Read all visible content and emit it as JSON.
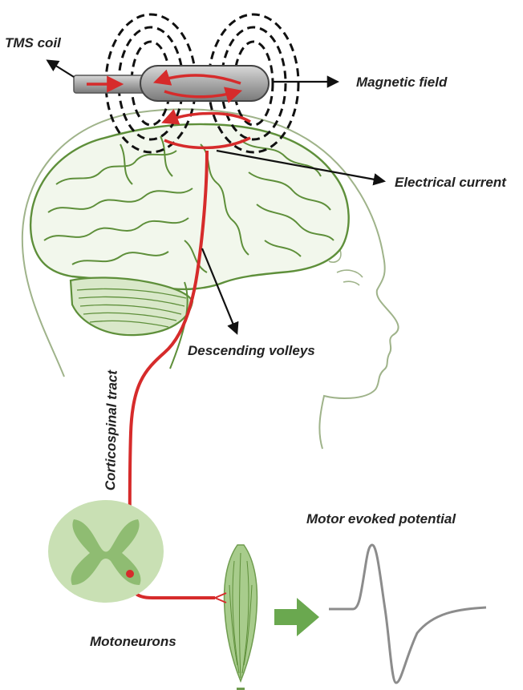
{
  "labels": {
    "tms_coil": "TMS coil",
    "magnetic_field": "Magnetic field",
    "electrical_current": "Electrical current",
    "descending_volleys": "Descending volleys",
    "corticospinal_tract": "Corticospinal tract",
    "motoneurons": "Motoneurons",
    "motor_evoked_potential": "Motor evoked potential"
  },
  "colors": {
    "tract_red": "#d62b2b",
    "brain_green": "#5e8f3a",
    "head_outline": "#9fb38a",
    "spinal_light": "#c9e0b4",
    "spinal_dark": "#8fbc72",
    "muscle_green": "#7fae5d",
    "arrow_green": "#6aa84f",
    "coil_grey": "#a9a9a9",
    "mep_trace": "#8c8c8c"
  }
}
